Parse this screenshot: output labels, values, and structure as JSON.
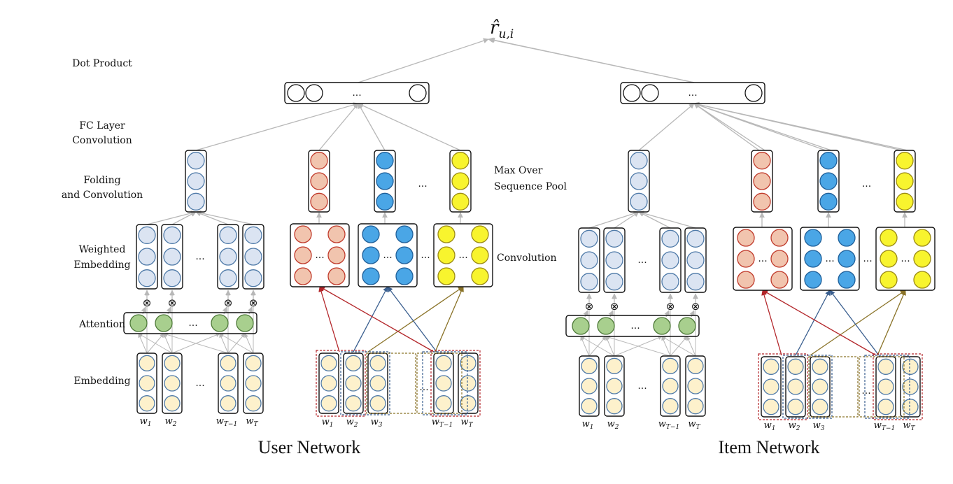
{
  "output_symbol": "r̂",
  "output_subscript": "u,i",
  "layer_labels": {
    "dot_product": "Dot Product",
    "fc_line1": "FC Layer",
    "fc_line2": "Convolution",
    "folding_line1": "Folding",
    "folding_line2": "and Convolution",
    "weighted_line1": "Weighted",
    "weighted_line2": "Embedding",
    "attention": "Attention",
    "embedding": "Embedding"
  },
  "middle_labels": {
    "max_pool_line1": "Max Over",
    "max_pool_line2": "Sequence Pool",
    "convolution": "Convolution"
  },
  "networks": {
    "user": "User Network",
    "item": "Item Network"
  },
  "ellipsis": "...",
  "otimes": "⊗",
  "word_labels": {
    "w1_base": "w",
    "w1_sub": "1",
    "w2_base": "w",
    "w2_sub": "2",
    "w3_base": "w",
    "w3_sub": "3",
    "wTm1_base": "w",
    "wTm1_sub": "T−1",
    "wT_base": "w",
    "wT_sub": "T"
  },
  "colors": {
    "embedding_fill": "#fdf1cc",
    "embedding_stroke": "#4f7aa8",
    "weighted_fill": "#dbe4f2",
    "weighted_stroke": "#4f7aa8",
    "attention_fill": "#a8cf8e",
    "attention_stroke": "#4f7a3a",
    "red_fill": "#f1c4ae",
    "red_stroke": "#c03a2b",
    "blue_fill": "#4aa6e6",
    "blue_stroke": "#1f5f99",
    "yellow_fill": "#f8f42e",
    "yellow_stroke": "#9a8a15",
    "arrow_gray": "#b8b8b8",
    "arrow_red": "#b3262a",
    "arrow_blue": "#3a5f8f",
    "arrow_olive": "#8a7328"
  }
}
